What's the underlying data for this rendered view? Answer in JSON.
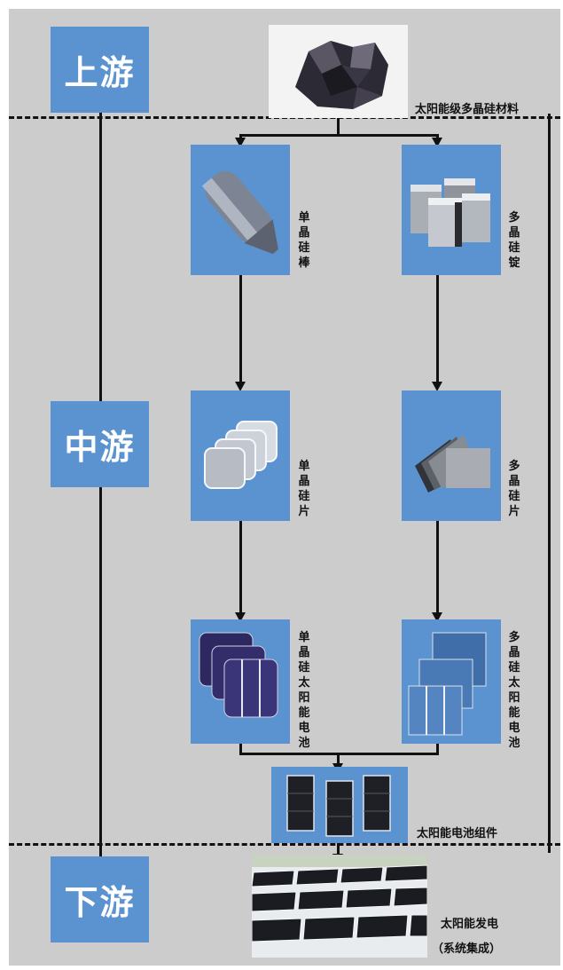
{
  "stages": {
    "upstream": "上游",
    "midstream": "中游",
    "downstream": "下游"
  },
  "products": {
    "poly_material": "太阳能级多晶硅材料",
    "mono_ingot": "单晶硅棒",
    "poly_ingot": "多晶硅锭",
    "mono_wafer": "单晶硅片",
    "poly_wafer": "多晶硅片",
    "mono_cell": "单晶硅太阳能电池",
    "poly_cell": "多晶硅太阳能电池",
    "module": "太阳能电池组件",
    "power_gen": "太阳能发电",
    "system_integration": "（系统集成）"
  },
  "colors": {
    "background": "#cbcccb",
    "stage_box": "#5b93d1",
    "line": "#111111"
  }
}
